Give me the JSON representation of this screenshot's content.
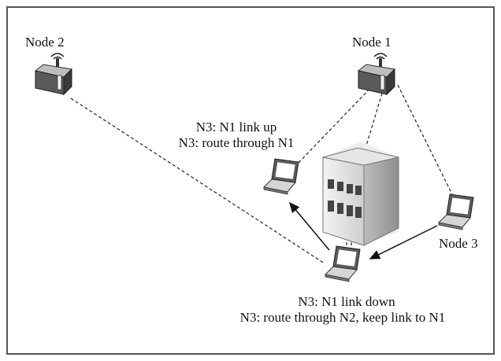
{
  "nodes": {
    "node2_label": "Node 2",
    "node1_label": "Node 1",
    "node3_label": "Node 3"
  },
  "annotations": {
    "upper_line1": "N3: N1 link up",
    "upper_line2": "N3: route through N1",
    "lower_line1": "N3: N1 link down",
    "lower_line2": "N3: route through N2, keep link to N1"
  },
  "icons": {
    "router": "wireless-router-icon",
    "laptop": "laptop-icon",
    "building": "building-icon"
  },
  "colors": {
    "border": "#555555",
    "line": "#222222",
    "device_dark": "#4a4a4a",
    "device_light": "#d9d9d9"
  }
}
